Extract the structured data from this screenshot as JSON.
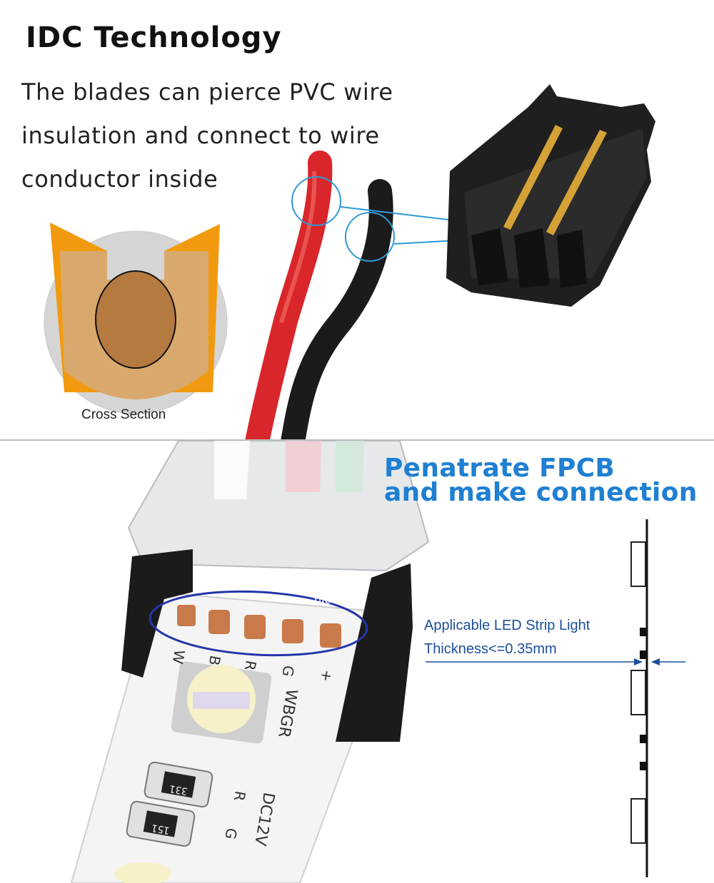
{
  "top_section": {
    "title": "IDC Technology",
    "description_lines": [
      "The blades can pierce PVC wire",
      "insulation and connect to wire",
      "conductor inside"
    ],
    "cross_section_label": "Cross Section"
  },
  "bottom_section": {
    "title_lines": [
      "Penatrate FPCB",
      "and make connection"
    ],
    "spec_lines": [
      "Applicable LED Strip Light",
      "Thickness<=0.35mm"
    ],
    "strip_markings": {
      "brand": "nicelux",
      "pins": [
        "W",
        "B",
        "R",
        "G",
        "+"
      ],
      "pin_code": "WBGR",
      "voltage": "DC12V",
      "resistor_codes": [
        "331",
        "151"
      ],
      "side_letters": [
        "R",
        "G"
      ]
    }
  },
  "colors": {
    "title_blue": "#1f7fd2",
    "spec_blue": "#1d4e9a",
    "wire_red": "#d9262a",
    "wire_black": "#1b1b1b",
    "blade_orange": "#f29a0f",
    "insulation_tan": "#d9a86c",
    "conductor_brown": "#b57a3f",
    "pointer_blue": "#2e9ad6"
  }
}
